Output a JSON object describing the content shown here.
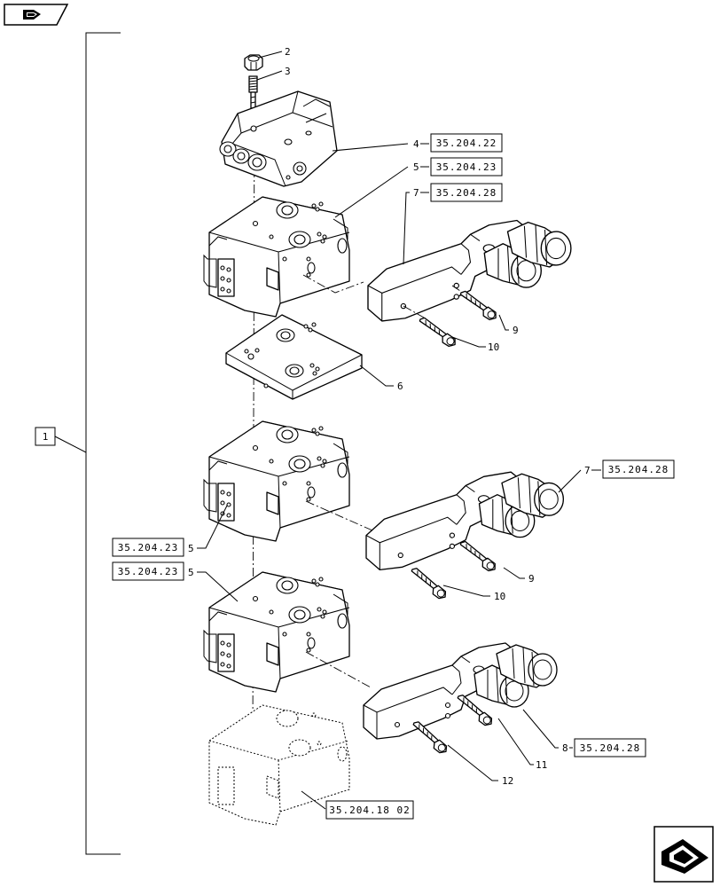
{
  "nav": {
    "back_icon": "hand-pointing-left-icon",
    "next_icon": "hand-pointing-right-icon"
  },
  "main_callout": "1",
  "parts": [
    {
      "id": "p2",
      "label": "2"
    },
    {
      "id": "p3",
      "label": "3"
    },
    {
      "id": "p4",
      "label": "4",
      "ref": "35.204.22"
    },
    {
      "id": "p5a",
      "label": "5",
      "ref": "35.204.23"
    },
    {
      "id": "p7a",
      "label": "7",
      "ref": "35.204.28"
    },
    {
      "id": "p6",
      "label": "6"
    },
    {
      "id": "p9a",
      "label": "9"
    },
    {
      "id": "p10a",
      "label": "10"
    },
    {
      "id": "p7b",
      "label": "7",
      "ref": "35.204.28"
    },
    {
      "id": "p5b",
      "label": "5",
      "ref": "35.204.23"
    },
    {
      "id": "p5c",
      "label": "5",
      "ref": "35.204.23"
    },
    {
      "id": "p9b",
      "label": "9"
    },
    {
      "id": "p10b",
      "label": "10"
    },
    {
      "id": "p8",
      "label": "8",
      "ref": "35.204.28"
    },
    {
      "id": "p11",
      "label": "11"
    },
    {
      "id": "p12",
      "label": "12"
    },
    {
      "id": "pghost",
      "ref": "35.204.18 02"
    }
  ]
}
